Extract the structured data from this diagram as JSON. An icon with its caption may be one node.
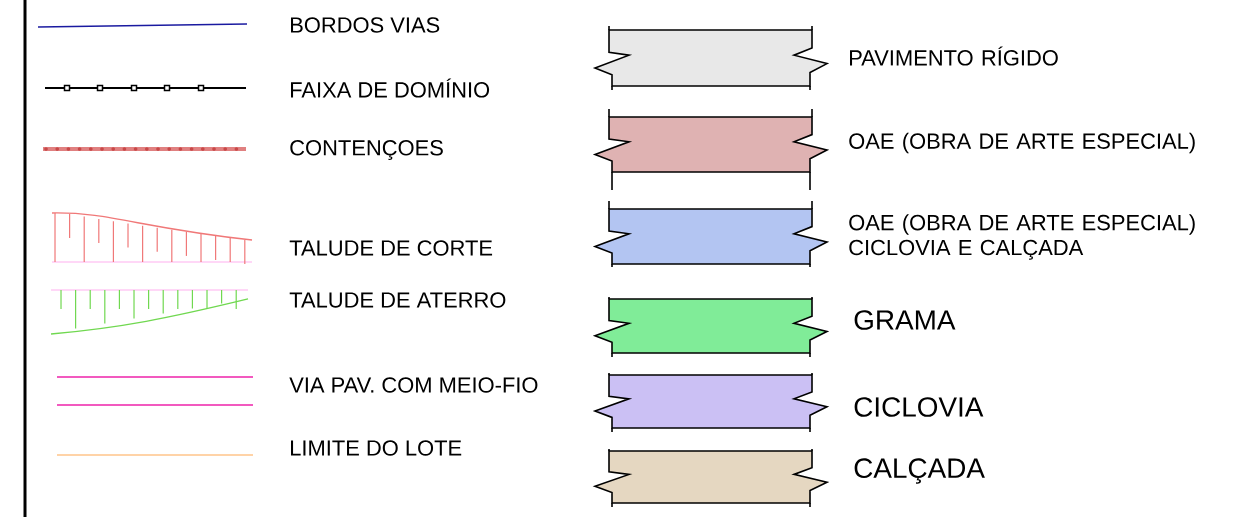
{
  "diagram": {
    "legend": [
      {
        "text": "BORDOS VIAS"
      },
      {
        "text": "FAIXA DE DOMÍNIO"
      },
      {
        "text": "CONTENÇOES"
      },
      {
        "text": "TALUDE DE CORTE"
      },
      {
        "text": "TALUDE DE ATERRO"
      },
      {
        "text": "VIA PAV. COM MEIO-FIO"
      },
      {
        "text": "LIMITE DO LOTE"
      },
      {
        "text": "PAVIMENTO RÍGIDO",
        "color": "#e8e8e8"
      },
      {
        "text": "OAE (OBRA DE ARTE ESPECIAL)",
        "color": "#dfb2b2"
      },
      {
        "text": "OAE (OBRA DE ARTE ESPECIAL) CICLOVIA E CALÇADA",
        "color": "#b3c5f2"
      },
      {
        "text": "GRAMA",
        "color": "#80ec98"
      },
      {
        "text": "CICLOVIA",
        "color": "#cbc0f4"
      },
      {
        "text": "CALÇADA",
        "color": "#e5d7c1"
      }
    ]
  }
}
